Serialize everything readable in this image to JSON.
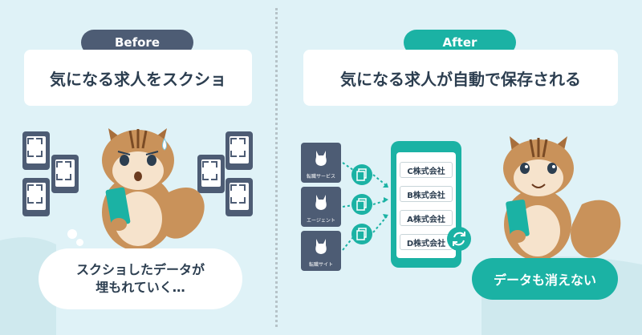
{
  "before": {
    "label": "Before",
    "title": "気になる求人をスクショ",
    "bubble_lines": [
      "スクショしたデータが",
      "埋もれていく…"
    ]
  },
  "after": {
    "label": "After",
    "title": "気になる求人が自動で保存される",
    "sources": [
      "転職サービス",
      "エージェント",
      "転職サイト"
    ],
    "companies": [
      "C株式会社",
      "B株式会社",
      "A株式会社",
      "D株式会社"
    ],
    "cta": "データも消えない"
  },
  "colors": {
    "background": "#dff2f7",
    "navy": "#4d5c74",
    "teal": "#1bb2a4",
    "squirrel": "#c9925a"
  },
  "icons": [
    "screenshot-phone-icon",
    "squirrel-illustration",
    "copy-icon",
    "arrow-icon",
    "sync-icon"
  ]
}
